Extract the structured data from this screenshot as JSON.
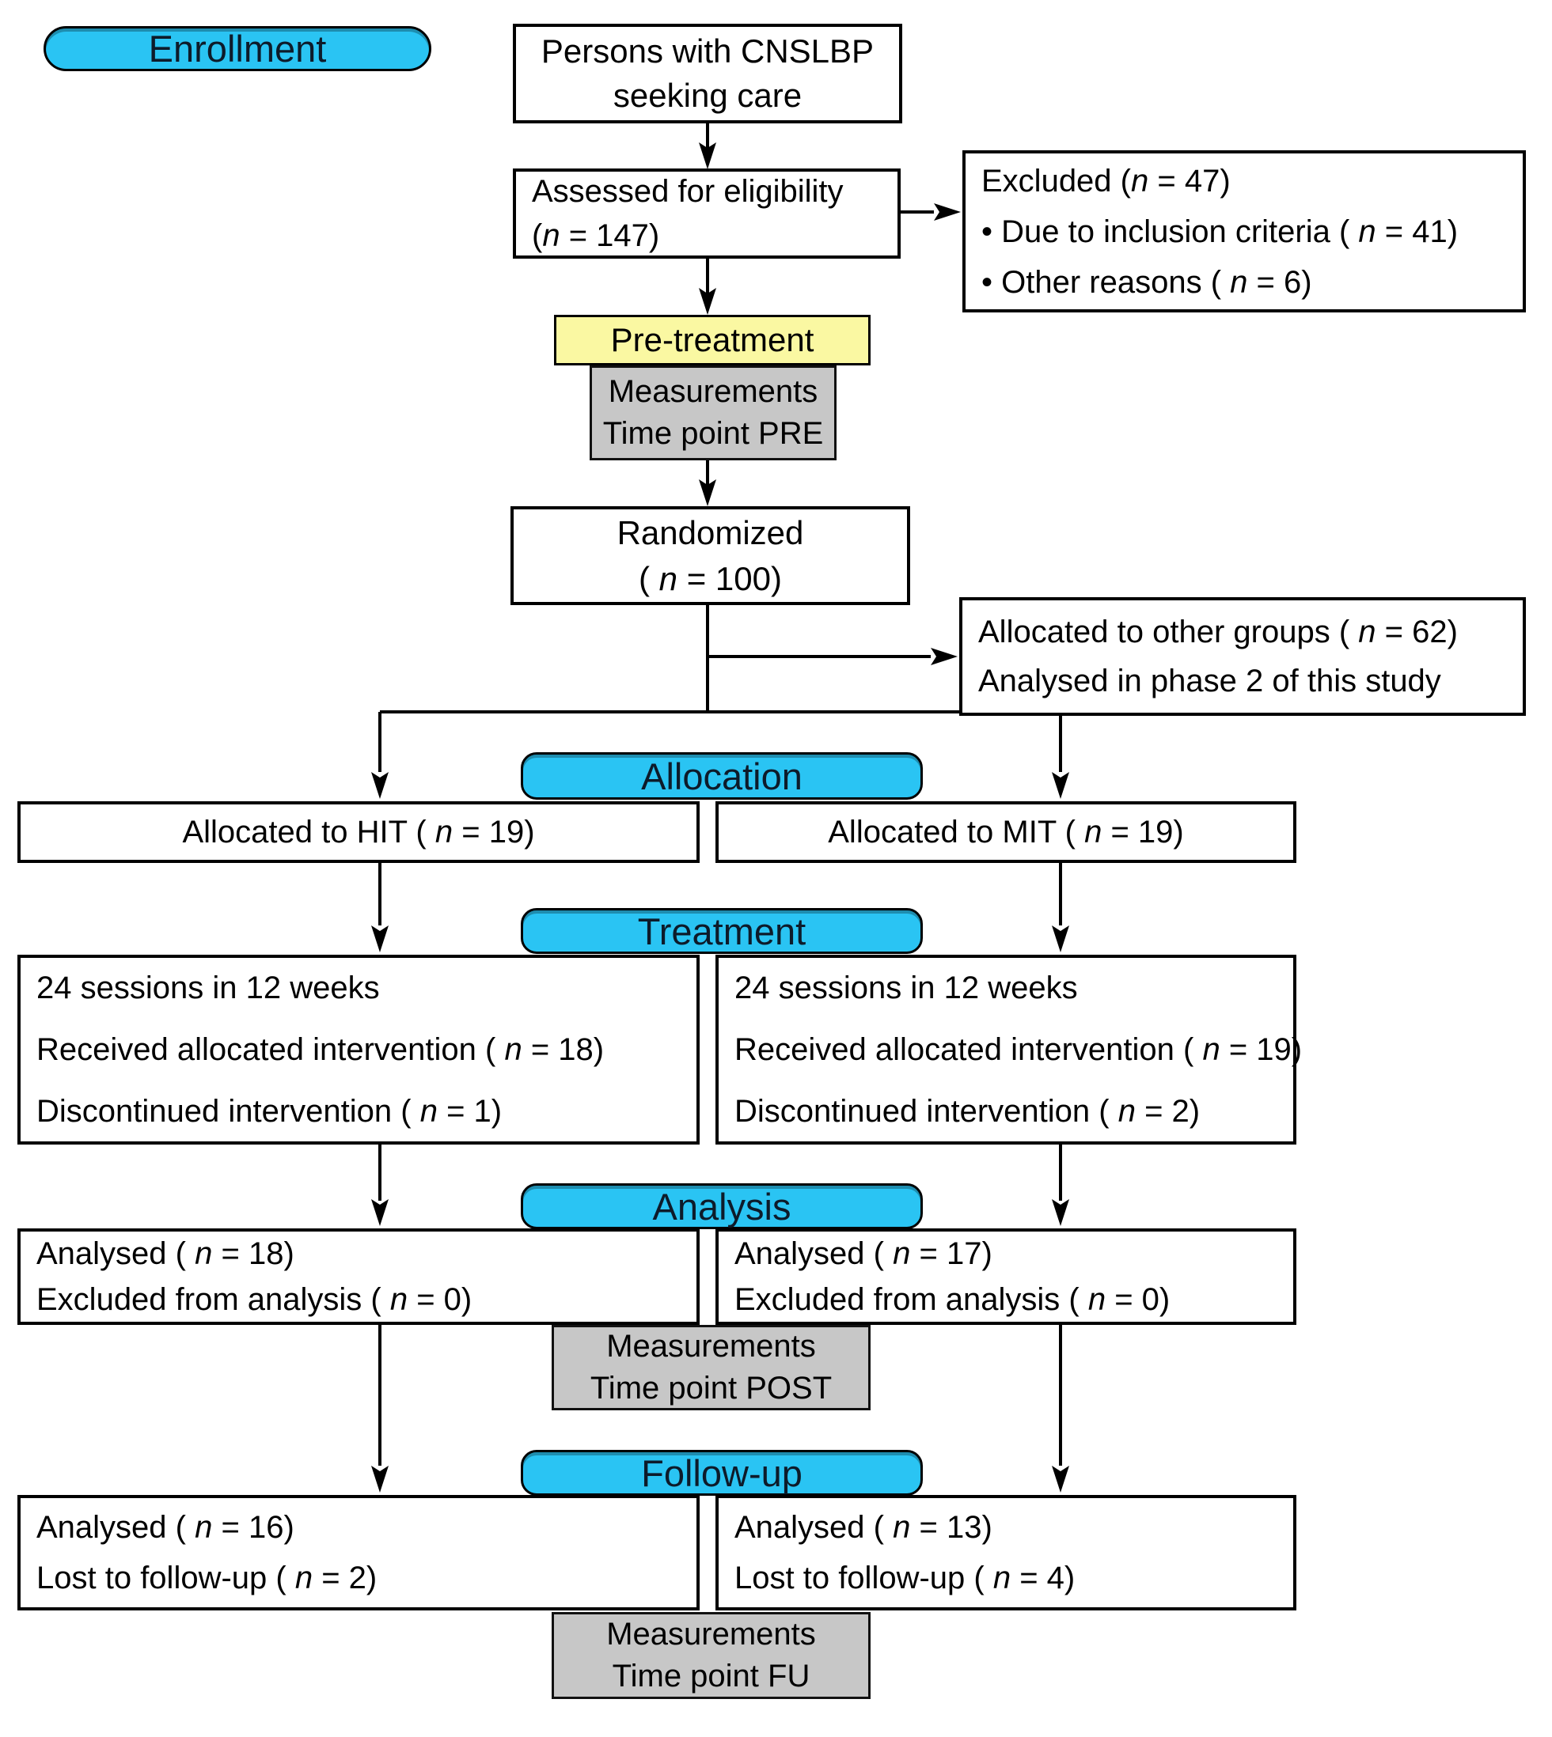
{
  "title": "CONSORT participant flow diagram",
  "colors": {
    "accent_cyan": "#2AC4F3",
    "yellow": "#FAF8A2",
    "gray": "#C7C7C7",
    "line": "#000000"
  },
  "badges": {
    "enrollment": "Enrollment",
    "allocation": "Allocation",
    "treatment": "Treatment",
    "analysis": "Analysis",
    "followup": "Follow-up"
  },
  "boxes": {
    "persons": {
      "lines": [
        "Persons with CNSLBP",
        "seeking care"
      ]
    },
    "assessed": {
      "lines": [
        "Assessed for eligibility",
        "(n = 147)"
      ]
    },
    "excluded": {
      "lines": [
        "Excluded (n = 47)",
        "• Due to inclusion criteria ( n = 41)",
        "• Other reasons ( n = 6)"
      ]
    },
    "pretreatment": {
      "label": "Pre-treatment"
    },
    "meas_pre": {
      "lines": [
        "Measurements",
        "Time point PRE"
      ]
    },
    "randomized": {
      "lines": [
        "Randomized",
        "( n = 100)"
      ]
    },
    "other_groups": {
      "lines": [
        "Allocated to other groups ( n = 62)",
        "Analysed in phase 2 of this study"
      ]
    },
    "alloc_left": {
      "lines": [
        "Allocated to HIT ( n = 19)"
      ]
    },
    "alloc_right": {
      "lines": [
        "Allocated to MIT ( n = 19)"
      ]
    },
    "treat_left": {
      "lines": [
        "24 sessions in 12 weeks",
        "Received allocated intervention ( n = 18)",
        "Discontinued intervention ( n = 1)"
      ]
    },
    "treat_right": {
      "lines": [
        "24 sessions in 12 weeks",
        "Received allocated intervention ( n = 19)",
        "Discontinued intervention ( n = 2)"
      ]
    },
    "analysis_left": {
      "lines": [
        "Analysed ( n = 18)",
        "Excluded from analysis ( n = 0)"
      ]
    },
    "analysis_right": {
      "lines": [
        "Analysed ( n = 17)",
        "Excluded from analysis ( n = 0)"
      ]
    },
    "meas_post": {
      "lines": [
        "Measurements",
        "Time point POST"
      ]
    },
    "followup_left": {
      "lines": [
        "Analysed ( n = 16)",
        "Lost to follow-up ( n = 2)"
      ]
    },
    "followup_right": {
      "lines": [
        "Analysed ( n = 13)",
        "Lost to follow-up ( n = 4)"
      ]
    },
    "meas_fu": {
      "lines": [
        "Measurements",
        "Time point FU"
      ]
    }
  }
}
